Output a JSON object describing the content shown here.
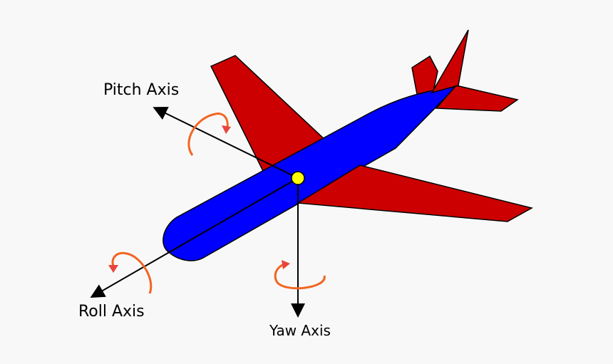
{
  "labels": {
    "pitch_axis": "Pitch Axis",
    "roll_axis": "Roll Axis",
    "yaw_axis": "Yaw Axis"
  },
  "colors": {
    "background": "#f8f8f8",
    "fuselage": "#0000ff",
    "wings_and_tail": "#cc0000",
    "center_of_gravity": "#ffff00",
    "rotation_arrows": "#f26522",
    "rotation_arrowheads": "#e8453c",
    "axis_lines": "#000000"
  },
  "icons": {
    "rotation": "curved-rotation-arrow",
    "axis_end": "arrowhead"
  }
}
